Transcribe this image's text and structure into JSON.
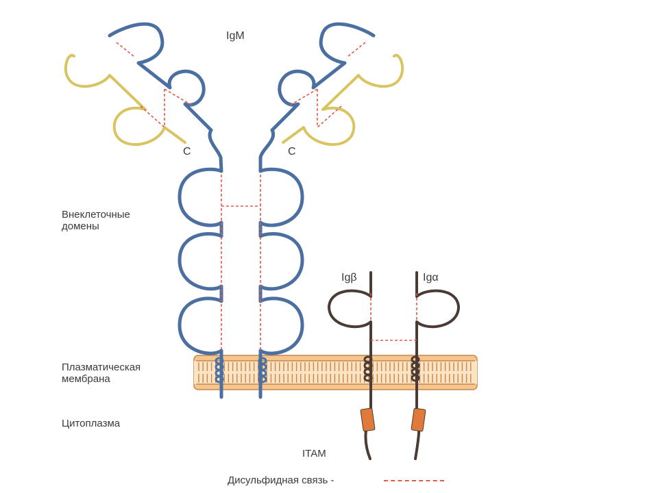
{
  "labels": {
    "igm": "IgM",
    "c_left": "C",
    "c_right": "C",
    "extracellular_line1": "Внеклеточные",
    "extracellular_line2": "домены",
    "ig_beta": "Igβ",
    "ig_alpha": "Igα",
    "membrane_line1": "Плазматическая",
    "membrane_line2": "мембрана",
    "cytoplasm": "Цитоплазма",
    "itam": "ITAM",
    "disulfide_legend": "Дисульфидная связь -"
  },
  "colors": {
    "heavy_chain": "#4a6fa0",
    "light_chain": "#d8c460",
    "ig_ab_chain": "#4a3b35",
    "membrane_fill": "#e9a45e",
    "membrane_stroke": "#c9854a",
    "itam_box": "#e07a3a",
    "disulfide": "#e05a4a",
    "text": "#3a3a3a"
  }
}
